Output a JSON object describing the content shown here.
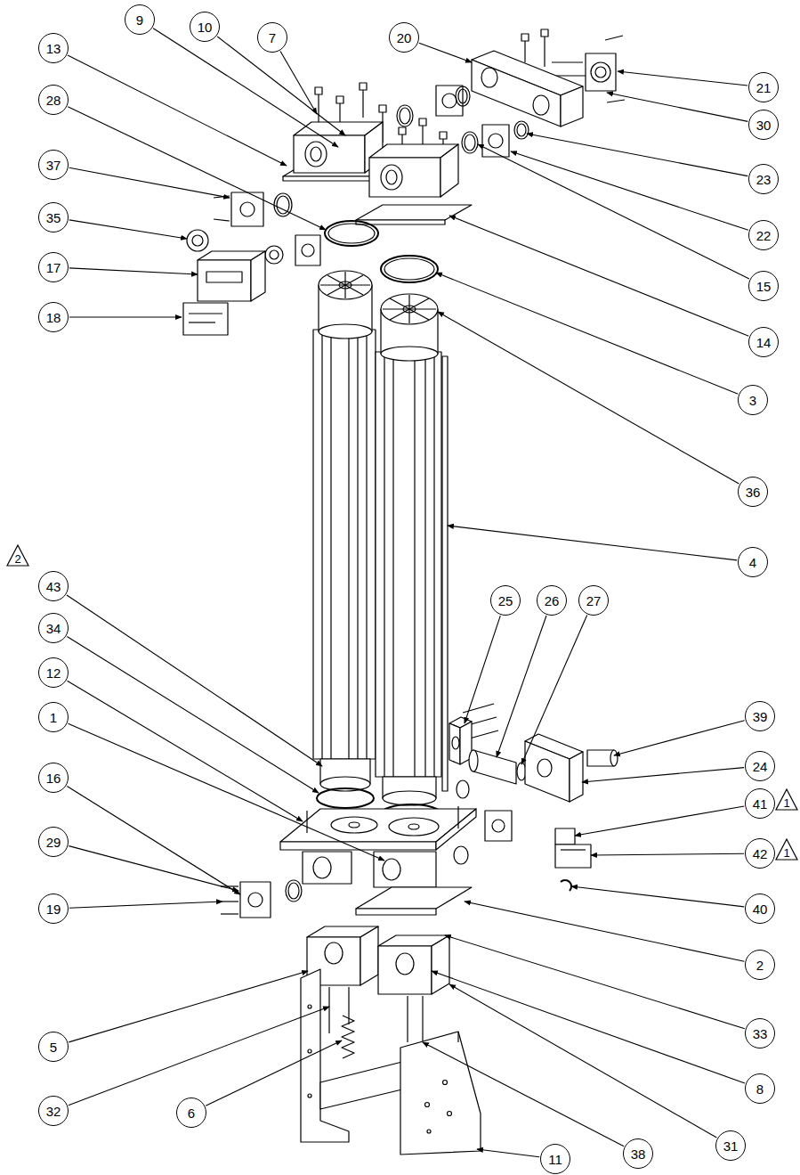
{
  "diagram": {
    "nodes": [
      {
        "text": [
          "9"
        ]
      },
      {
        "text": [
          "10"
        ]
      },
      {
        "text": [
          "7"
        ]
      },
      {
        "text": [
          "20"
        ]
      },
      {
        "text": [
          "13"
        ]
      },
      {
        "text": [
          "21"
        ]
      },
      {
        "text": [
          "28"
        ]
      },
      {
        "text": [
          "30"
        ]
      },
      {
        "text": [
          "37"
        ]
      },
      {
        "text": [
          "23"
        ]
      },
      {
        "text": [
          "35"
        ]
      },
      {
        "text": [
          "22"
        ]
      },
      {
        "text": [
          "17"
        ]
      },
      {
        "text": [
          "15"
        ]
      },
      {
        "text": [
          "18"
        ]
      },
      {
        "text": [
          "14"
        ]
      },
      {
        "text": [
          "3"
        ]
      },
      {
        "text": [
          "36"
        ]
      },
      {
        "text": [
          "2"
        ]
      },
      {
        "text": [
          "4"
        ]
      },
      {
        "text": [
          "43"
        ]
      },
      {
        "text": [
          "25"
        ]
      },
      {
        "text": [
          "26"
        ]
      },
      {
        "text": [
          "27"
        ]
      },
      {
        "text": [
          "34"
        ]
      },
      {
        "text": [
          "12"
        ]
      },
      {
        "text": [
          "39"
        ]
      },
      {
        "text": [
          "1"
        ]
      },
      {
        "text": [
          "24"
        ]
      },
      {
        "text": [
          "16"
        ]
      },
      {
        "text": [
          "1"
        ]
      },
      {
        "text": [
          "41"
        ]
      },
      {
        "text": [
          "29"
        ]
      },
      {
        "text": [
          "1"
        ]
      },
      {
        "text": [
          "42"
        ]
      },
      {
        "text": [
          "19"
        ]
      },
      {
        "text": [
          "40"
        ]
      },
      {
        "text": [
          "2"
        ]
      },
      {
        "text": [
          "33"
        ]
      },
      {
        "text": [
          "5"
        ]
      },
      {
        "text": [
          "8"
        ]
      },
      {
        "text": [
          "32"
        ]
      },
      {
        "text": [
          "6"
        ]
      },
      {
        "text": [
          "31"
        ]
      },
      {
        "text": [
          "38"
        ]
      },
      {
        "text": [
          "11"
        ]
      }
    ]
  }
}
